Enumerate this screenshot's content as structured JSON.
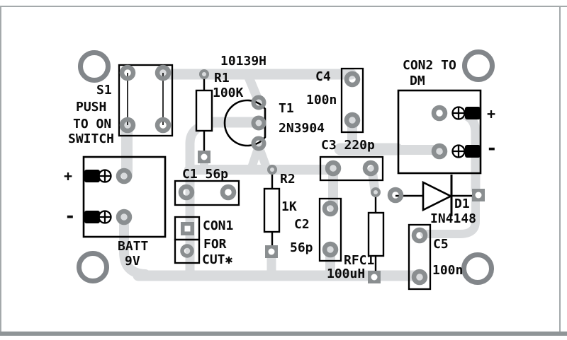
{
  "diagram": {
    "board_code": "10139H",
    "switch": {
      "ref": "S1",
      "line1": "PUSH",
      "line2": "TO ON",
      "line3": "SWITCH"
    },
    "battery": {
      "ref": "BATT",
      "value": "9V",
      "plus": "+",
      "minus": "-"
    },
    "c1": {
      "label": "C1 56p"
    },
    "c2": {
      "ref": "C2",
      "value": "56p"
    },
    "c3": {
      "label": "C3 220p"
    },
    "c4": {
      "ref": "C4",
      "value": "100n"
    },
    "c5": {
      "ref": "C5",
      "value": "100n"
    },
    "r1": {
      "ref": "R1",
      "value": "100K"
    },
    "r2": {
      "ref": "R2",
      "value": "1K"
    },
    "rfc1": {
      "ref": "RFC1",
      "value": "100uH"
    },
    "t1": {
      "ref": "T1",
      "value": "2N3904"
    },
    "d1": {
      "ref": "D1",
      "value": "IN4148"
    },
    "con1": {
      "ref": "CON1",
      "note1": "FOR",
      "note2": "CUT✱"
    },
    "con2": {
      "label": "CON2 TO",
      "label2": "DM",
      "plus": "+",
      "minus": "-"
    },
    "colors": {
      "trace": "#d9dbdd",
      "pad": "#8a8e90",
      "mount": "#82868a",
      "outline": "#000000"
    }
  }
}
